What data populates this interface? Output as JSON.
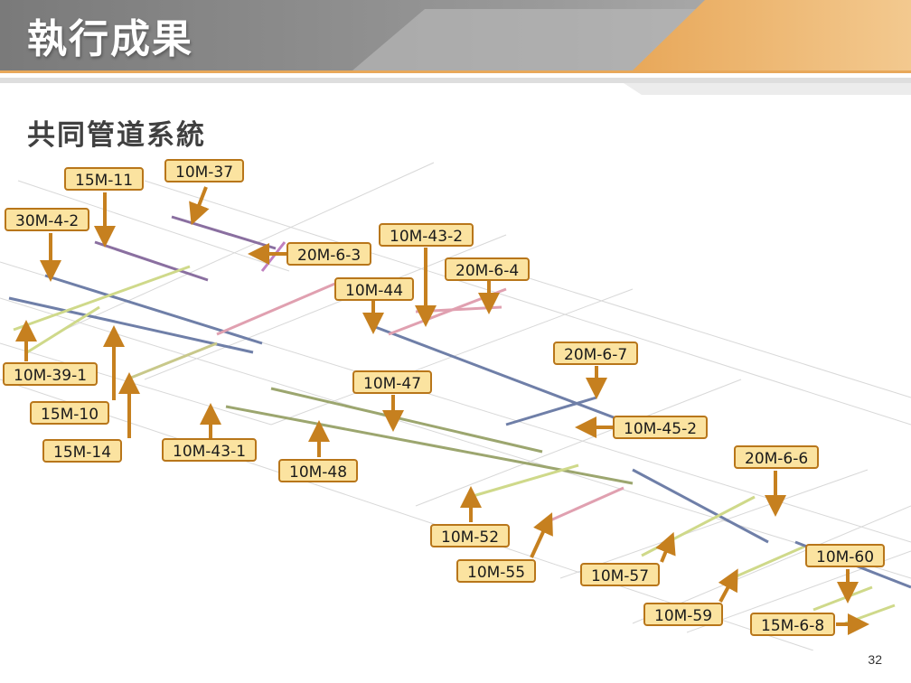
{
  "header": {
    "title": "執行成果",
    "subtitle": "共同管道系統"
  },
  "colors": {
    "accent": "#e1a14a",
    "callout_fill": "#fbe3a0",
    "callout_border": "#b8761a",
    "arrow": "#c6801f"
  },
  "callouts": [
    "15M-11",
    "10M-37",
    "30M-4-2",
    "20M-6-3",
    "10M-43-2",
    "20M-6-4",
    "10M-44",
    "10M-39-1",
    "15M-10",
    "15M-14",
    "10M-47",
    "20M-6-7",
    "10M-43-1",
    "10M-45-2",
    "10M-48",
    "20M-6-6",
    "10M-52",
    "10M-55",
    "10M-57",
    "10M-60",
    "10M-59",
    "15M-6-8"
  ],
  "page_number": "32"
}
